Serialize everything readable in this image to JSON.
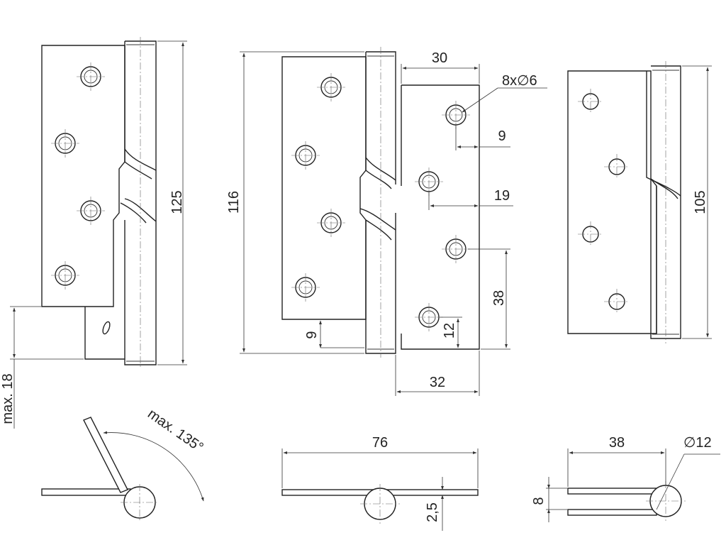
{
  "drawing": {
    "left_view": {
      "height_label": "125",
      "offset_label": "max. 18"
    },
    "center_view": {
      "height_label": "116",
      "hole_dist_top_label": "30",
      "hole_callout_label": "8x∅6",
      "hole_edge_9_label": "9",
      "hole_edge_19_label": "19",
      "hole_spacing_38_label": "38",
      "bottom_9_label": "9",
      "bottom_12_label": "12",
      "width_32_label": "32"
    },
    "right_view": {
      "height_label": "105"
    },
    "bottom_left_view": {
      "angle_label": "max. 135°"
    },
    "bottom_center_view": {
      "width_label": "76",
      "thickness_label": "2,5"
    },
    "bottom_right_view": {
      "width_label": "38",
      "diameter_label": "∅12",
      "gap_label": "8"
    }
  }
}
